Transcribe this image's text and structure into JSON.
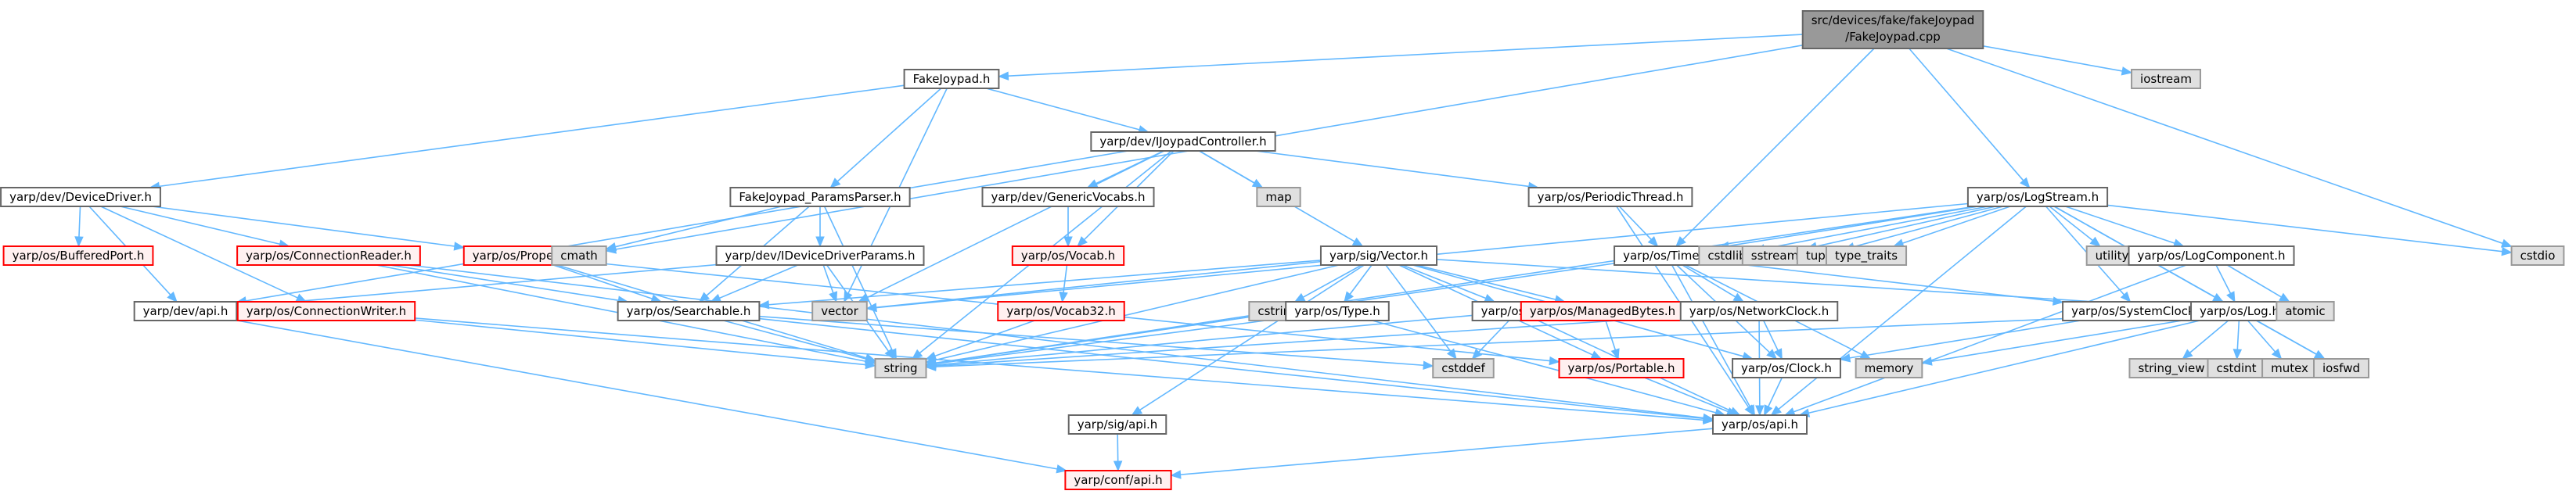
{
  "diagram": {
    "type": "include-dependency-graph",
    "colors": {
      "edge": "#63b8ff",
      "root_fill": "#999999",
      "root_border": "#666666",
      "normal_fill": "#ffffff",
      "normal_border": "#666666",
      "missing_fill": "#fff0f0",
      "missing_border": "#ff0000",
      "system_fill": "#e0e0e0",
      "system_border": "#999999"
    },
    "nodes": [
      {
        "id": "root",
        "label": [
          "src/devices/fake/fakeJoypad",
          "/FakeJoypad.cpp"
        ],
        "kind": "root"
      },
      {
        "id": "fjh",
        "label": [
          "FakeJoypad.h"
        ],
        "kind": "normal"
      },
      {
        "id": "iostream",
        "label": [
          "iostream"
        ],
        "kind": "system"
      },
      {
        "id": "devdriver",
        "label": [
          "yarp/dev/DeviceDriver.h"
        ],
        "kind": "normal"
      },
      {
        "id": "ijoy",
        "label": [
          "yarp/dev/IJoypadController.h"
        ],
        "kind": "normal"
      },
      {
        "id": "params",
        "label": [
          "FakeJoypad_ParamsParser.h"
        ],
        "kind": "normal"
      },
      {
        "id": "bufport",
        "label": [
          "yarp/os/BufferedPort.h"
        ],
        "kind": "missing"
      },
      {
        "id": "connreader",
        "label": [
          "yarp/os/ConnectionReader.h"
        ],
        "kind": "missing"
      },
      {
        "id": "property",
        "label": [
          "yarp/os/Property.h"
        ],
        "kind": "missing"
      },
      {
        "id": "cmath",
        "label": [
          "cmath"
        ],
        "kind": "system"
      },
      {
        "id": "idevparams",
        "label": [
          "yarp/dev/IDeviceDriverParams.h"
        ],
        "kind": "normal"
      },
      {
        "id": "genvocabs",
        "label": [
          "yarp/dev/GenericVocabs.h"
        ],
        "kind": "normal"
      },
      {
        "id": "map",
        "label": [
          "map"
        ],
        "kind": "system"
      },
      {
        "id": "periodic",
        "label": [
          "yarp/os/PeriodicThread.h"
        ],
        "kind": "normal"
      },
      {
        "id": "logstream",
        "label": [
          "yarp/os/LogStream.h"
        ],
        "kind": "normal"
      },
      {
        "id": "devapi",
        "label": [
          "yarp/dev/api.h"
        ],
        "kind": "normal"
      },
      {
        "id": "connwriter",
        "label": [
          "yarp/os/ConnectionWriter.h"
        ],
        "kind": "missing"
      },
      {
        "id": "searchable",
        "label": [
          "yarp/os/Searchable.h"
        ],
        "kind": "normal"
      },
      {
        "id": "vector",
        "label": [
          "vector"
        ],
        "kind": "system"
      },
      {
        "id": "vocab",
        "label": [
          "yarp/os/Vocab.h"
        ],
        "kind": "missing"
      },
      {
        "id": "vocab32",
        "label": [
          "yarp/os/Vocab32.h"
        ],
        "kind": "missing"
      },
      {
        "id": "sigvector",
        "label": [
          "yarp/sig/Vector.h"
        ],
        "kind": "normal"
      },
      {
        "id": "cstring",
        "label": [
          "cstring"
        ],
        "kind": "system"
      },
      {
        "id": "type",
        "label": [
          "yarp/os/Type.h"
        ],
        "kind": "normal"
      },
      {
        "id": "os",
        "label": [
          "yarp/os/Os.h"
        ],
        "kind": "normal"
      },
      {
        "id": "managed",
        "label": [
          "yarp/os/ManagedBytes.h"
        ],
        "kind": "missing"
      },
      {
        "id": "time",
        "label": [
          "yarp/os/Time.h"
        ],
        "kind": "normal"
      },
      {
        "id": "cstdlib",
        "label": [
          "cstdlib"
        ],
        "kind": "system"
      },
      {
        "id": "sstream",
        "label": [
          "sstream"
        ],
        "kind": "system"
      },
      {
        "id": "tuple",
        "label": [
          "tuple"
        ],
        "kind": "system"
      },
      {
        "id": "typetraits",
        "label": [
          "type_traits"
        ],
        "kind": "system"
      },
      {
        "id": "utility",
        "label": [
          "utility"
        ],
        "kind": "system"
      },
      {
        "id": "logcomp",
        "label": [
          "yarp/os/LogComponent.h"
        ],
        "kind": "normal"
      },
      {
        "id": "cstdio",
        "label": [
          "cstdio"
        ],
        "kind": "system"
      },
      {
        "id": "netclock",
        "label": [
          "yarp/os/NetworkClock.h"
        ],
        "kind": "normal"
      },
      {
        "id": "sysclock",
        "label": [
          "yarp/os/SystemClock.h"
        ],
        "kind": "normal"
      },
      {
        "id": "log",
        "label": [
          "yarp/os/Log.h"
        ],
        "kind": "normal"
      },
      {
        "id": "atomic",
        "label": [
          "atomic"
        ],
        "kind": "system"
      },
      {
        "id": "string",
        "label": [
          "string"
        ],
        "kind": "system"
      },
      {
        "id": "cstddef",
        "label": [
          "cstddef"
        ],
        "kind": "system"
      },
      {
        "id": "portable",
        "label": [
          "yarp/os/Portable.h"
        ],
        "kind": "missing"
      },
      {
        "id": "clock",
        "label": [
          "yarp/os/Clock.h"
        ],
        "kind": "normal"
      },
      {
        "id": "memory",
        "label": [
          "memory"
        ],
        "kind": "system"
      },
      {
        "id": "stringview",
        "label": [
          "string_view"
        ],
        "kind": "system"
      },
      {
        "id": "cstdint",
        "label": [
          "cstdint"
        ],
        "kind": "system"
      },
      {
        "id": "mutex",
        "label": [
          "mutex"
        ],
        "kind": "system"
      },
      {
        "id": "iosfwd",
        "label": [
          "iosfwd"
        ],
        "kind": "system"
      },
      {
        "id": "sigapi",
        "label": [
          "yarp/sig/api.h"
        ],
        "kind": "normal"
      },
      {
        "id": "osapi",
        "label": [
          "yarp/os/api.h"
        ],
        "kind": "normal"
      },
      {
        "id": "confapi",
        "label": [
          "yarp/conf/api.h"
        ],
        "kind": "missing"
      }
    ],
    "edges": [
      [
        "root",
        "fjh"
      ],
      [
        "root",
        "iostream"
      ],
      [
        "root",
        "cmath"
      ],
      [
        "root",
        "time"
      ],
      [
        "root",
        "logstream"
      ],
      [
        "root",
        "cstdio"
      ],
      [
        "fjh",
        "devdriver"
      ],
      [
        "fjh",
        "ijoy"
      ],
      [
        "fjh",
        "params"
      ],
      [
        "fjh",
        "vector"
      ],
      [
        "devdriver",
        "bufport"
      ],
      [
        "devdriver",
        "connreader"
      ],
      [
        "devdriver",
        "property"
      ],
      [
        "devdriver",
        "connwriter"
      ],
      [
        "devdriver",
        "devapi"
      ],
      [
        "ijoy",
        "genvocabs"
      ],
      [
        "ijoy",
        "map"
      ],
      [
        "ijoy",
        "periodic"
      ],
      [
        "ijoy",
        "sigvector"
      ],
      [
        "ijoy",
        "vocab"
      ],
      [
        "ijoy",
        "devapi"
      ],
      [
        "ijoy",
        "vector"
      ],
      [
        "ijoy",
        "string"
      ],
      [
        "params",
        "cmath"
      ],
      [
        "params",
        "idevparams"
      ],
      [
        "params",
        "searchable"
      ],
      [
        "params",
        "string"
      ],
      [
        "idevparams",
        "searchable"
      ],
      [
        "idevparams",
        "devapi"
      ],
      [
        "idevparams",
        "string"
      ],
      [
        "idevparams",
        "vector"
      ],
      [
        "genvocabs",
        "vocab"
      ],
      [
        "vocab",
        "vocab32"
      ],
      [
        "vocab32",
        "string"
      ],
      [
        "connreader",
        "searchable"
      ],
      [
        "connreader",
        "string"
      ],
      [
        "connreader",
        "osapi"
      ],
      [
        "property",
        "searchable"
      ],
      [
        "property",
        "string"
      ],
      [
        "property",
        "portable"
      ],
      [
        "connwriter",
        "string"
      ],
      [
        "connwriter",
        "osapi"
      ],
      [
        "searchable",
        "string"
      ],
      [
        "searchable",
        "osapi"
      ],
      [
        "searchable",
        "cstddef"
      ],
      [
        "devapi",
        "confapi"
      ],
      [
        "periodic",
        "time"
      ],
      [
        "periodic",
        "osapi"
      ],
      [
        "sigvector",
        "vector"
      ],
      [
        "sigvector",
        "cstring"
      ],
      [
        "sigvector",
        "type"
      ],
      [
        "sigvector",
        "os"
      ],
      [
        "sigvector",
        "managed"
      ],
      [
        "sigvector",
        "searchable"
      ],
      [
        "sigvector",
        "sigapi"
      ],
      [
        "sigvector",
        "cstddef"
      ],
      [
        "sigvector",
        "string"
      ],
      [
        "sigvector",
        "portable"
      ],
      [
        "sigvector",
        "log"
      ],
      [
        "sigvector",
        "clock"
      ],
      [
        "type",
        "string"
      ],
      [
        "type",
        "osapi"
      ],
      [
        "os",
        "string"
      ],
      [
        "os",
        "cstddef"
      ],
      [
        "os",
        "osapi"
      ],
      [
        "managed",
        "portable"
      ],
      [
        "portable",
        "osapi"
      ],
      [
        "sigapi",
        "confapi"
      ],
      [
        "logstream",
        "time"
      ],
      [
        "logstream",
        "cstdlib"
      ],
      [
        "logstream",
        "sstream"
      ],
      [
        "logstream",
        "tuple"
      ],
      [
        "logstream",
        "typetraits"
      ],
      [
        "logstream",
        "utility"
      ],
      [
        "logstream",
        "logcomp"
      ],
      [
        "logstream",
        "cstdio"
      ],
      [
        "logstream",
        "log"
      ],
      [
        "logstream",
        "sysclock"
      ],
      [
        "logstream",
        "iosfwd"
      ],
      [
        "logstream",
        "string"
      ],
      [
        "logstream",
        "vector"
      ],
      [
        "logstream",
        "osapi"
      ],
      [
        "time",
        "netclock"
      ],
      [
        "time",
        "sysclock"
      ],
      [
        "time",
        "clock"
      ],
      [
        "time",
        "string"
      ],
      [
        "time",
        "osapi"
      ],
      [
        "time",
        "memory"
      ],
      [
        "netclock",
        "clock"
      ],
      [
        "netclock",
        "string"
      ],
      [
        "netclock",
        "osapi"
      ],
      [
        "sysclock",
        "clock"
      ],
      [
        "clock",
        "osapi"
      ],
      [
        "logcomp",
        "log"
      ],
      [
        "logcomp",
        "atomic"
      ],
      [
        "logcomp",
        "osapi"
      ],
      [
        "log",
        "memory"
      ],
      [
        "log",
        "stringview"
      ],
      [
        "log",
        "cstdint"
      ],
      [
        "log",
        "mutex"
      ],
      [
        "log",
        "iosfwd"
      ],
      [
        "log",
        "osapi"
      ],
      [
        "log",
        "string"
      ],
      [
        "osapi",
        "confapi"
      ]
    ]
  }
}
